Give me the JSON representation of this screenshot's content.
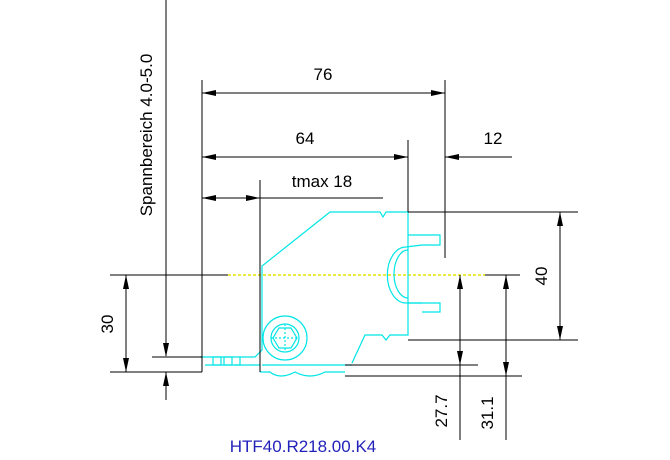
{
  "colors": {
    "dimension": "#000000",
    "part": "#00e5e5",
    "centerline": "#e6e600",
    "code": "#2222bb",
    "background": "#ffffff"
  },
  "labels": {
    "clamping_range": "Spannbereich 4.0-5.0",
    "dim_76": "76",
    "dim_64": "64",
    "dim_12": "12",
    "dim_tmax": "tmax 18",
    "dim_40": "40",
    "dim_30": "30",
    "dim_27_7": "27.7",
    "dim_31_1": "31.1",
    "part_code": "HTF40.R218.00.K4"
  }
}
